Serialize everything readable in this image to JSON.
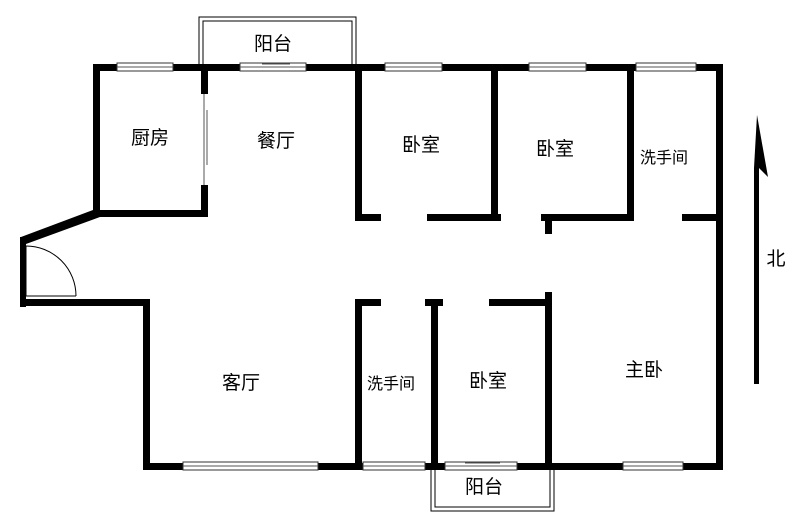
{
  "rooms": {
    "balcony_top": "阳台",
    "kitchen": "厨房",
    "dining": "餐厅",
    "bedroom_1": "卧室",
    "bedroom_2": "卧室",
    "washroom_top": "洗手间",
    "living": "客厅",
    "washroom_bottom": "洗手间",
    "bedroom_3": "卧室",
    "master_bedroom": "主卧",
    "balcony_bottom": "阳台"
  },
  "compass": {
    "label": "北"
  },
  "colors": {
    "wall": "#000000",
    "background": "#ffffff"
  }
}
